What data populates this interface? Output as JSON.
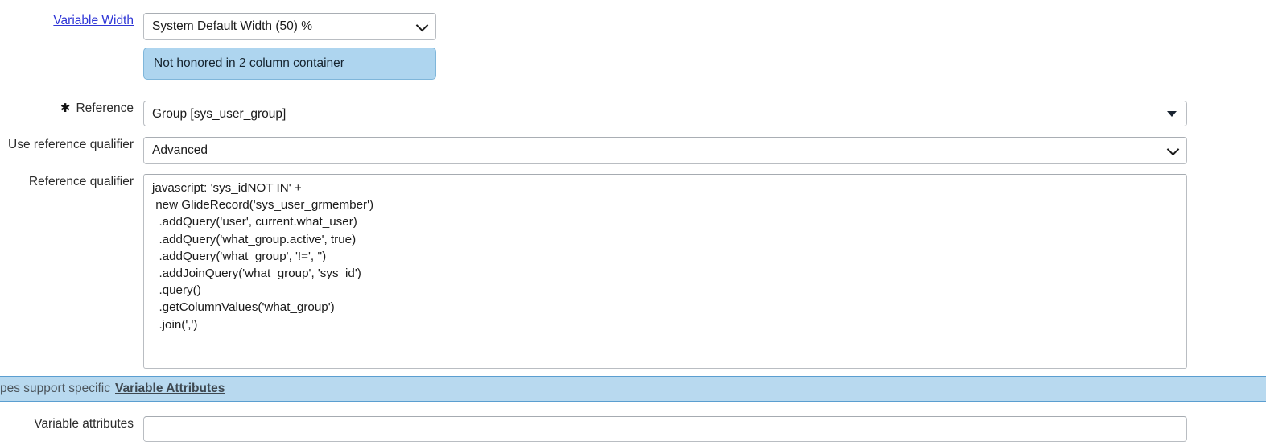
{
  "form": {
    "variable_width": {
      "label": "Variable Width",
      "label_is_link": true,
      "value": "System Default Width (50) %",
      "options": [
        "System Default Width (50) %"
      ],
      "hint": "Not honored in 2 column container",
      "hint_bg": "#aed5ef",
      "hint_border": "#7fb6da",
      "link_color": "#2f36d6",
      "chevron_icon": "chevron-down-icon"
    },
    "reference": {
      "label": "Reference",
      "mandatory": true,
      "mandatory_glyph": "✳",
      "value": "Group [sys_user_group]",
      "caret_icon": "caret-down-solid-icon"
    },
    "use_reference_qualifier": {
      "label": "Use reference qualifier",
      "value": "Advanced",
      "options": [
        "Advanced"
      ],
      "chevron_icon": "chevron-down-icon"
    },
    "reference_qualifier": {
      "label": "Reference qualifier",
      "value": "javascript: 'sys_idNOT IN' +\n new GlideRecord('sys_user_grmember')\n  .addQuery('user', current.what_user)\n  .addQuery('what_group.active', true)\n  .addQuery('what_group', '!=', '')\n  .addJoinQuery('what_group', 'sys_id')\n  .query()\n  .getColumnValues('what_group')\n  .join(',')"
    },
    "variable_attributes": {
      "label": "Variable attributes",
      "value": "",
      "placeholder": ""
    }
  },
  "banner": {
    "text": "pes support specific",
    "link_text": "Variable Attributes",
    "bg": "#b8d9ef",
    "border": "#5b9ed0"
  }
}
